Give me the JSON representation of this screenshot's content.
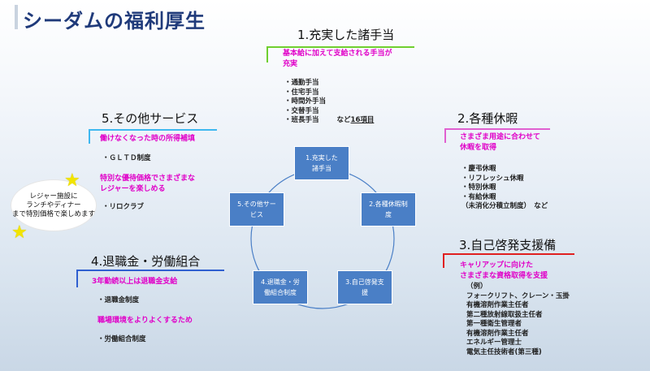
{
  "page_title": "シーダムの福利厚生",
  "sections": {
    "s1": {
      "title": "1.充実した諸手当",
      "highlight": [
        "基本給に加えて支給される手当が",
        "充実"
      ],
      "items": [
        "・通勤手当",
        "・住宅手当",
        "・時間外手当",
        "・交替手当",
        "・班長手当"
      ],
      "note": "など",
      "note_emph": "16項目"
    },
    "s2": {
      "title": "2.各種休暇",
      "highlight": [
        "さまざま用途に合わせて",
        "休暇を取得"
      ],
      "items": [
        "・慶弔休暇",
        "・リフレッシュ休暇",
        "・特別休暇",
        "・有給休暇"
      ],
      "last": "（未消化分積立制度）　など"
    },
    "s3": {
      "title": "3.自己啓発支援備",
      "highlight": [
        "キャリアップに向けた",
        "さまざまな資格取得を支援"
      ],
      "items": [
        "（例）",
        "フォークリフト、クレーン・玉掛",
        "有機溶剤作業主任者",
        "第二種放射線取扱主任者",
        "第一種衛生管理者",
        "有機溶剤作業主任者",
        "エネルギー管理士",
        "電気主任技術者(第三種)"
      ]
    },
    "s4": {
      "title": "4.退職金・労働組合",
      "highlight1": "3年勤続以上は退職金支給",
      "item1": "・退職金制度",
      "highlight2": "職場環境をよりよくするため",
      "item2": "・労働組合制度"
    },
    "s5": {
      "title": "5.その他サービス",
      "highlight1": "働けなくなった時の所得補填",
      "item1": "・ＧＬＴＤ制度",
      "highlight2": [
        "特別な優待価格でさまざまな",
        "レジャーを楽しめる"
      ],
      "item2": "・リロクラブ"
    }
  },
  "cycle_nodes": [
    [
      "1.充実した",
      "諸手当"
    ],
    [
      "2.各種休暇制",
      "度"
    ],
    [
      "3.自己啓発支",
      "援"
    ],
    [
      "4.退職金・労",
      "働組合制度"
    ],
    [
      "5.その他サー",
      "ビス"
    ]
  ],
  "bubble": [
    "レジャー施設に",
    "ランチやディナー",
    "まで特別価格で楽しめます"
  ],
  "colors": {
    "title": "#1f3a7a",
    "node_fill": "#4a7fc6",
    "highlight_text": "#e000c8",
    "bracket_green": "#6fcf2f",
    "bracket_magenta": "#e060d0",
    "bracket_cyan": "#3fb8f0",
    "bracket_red": "#e02020",
    "bracket_blue": "#2f5fd0",
    "star": "#f2e400"
  }
}
